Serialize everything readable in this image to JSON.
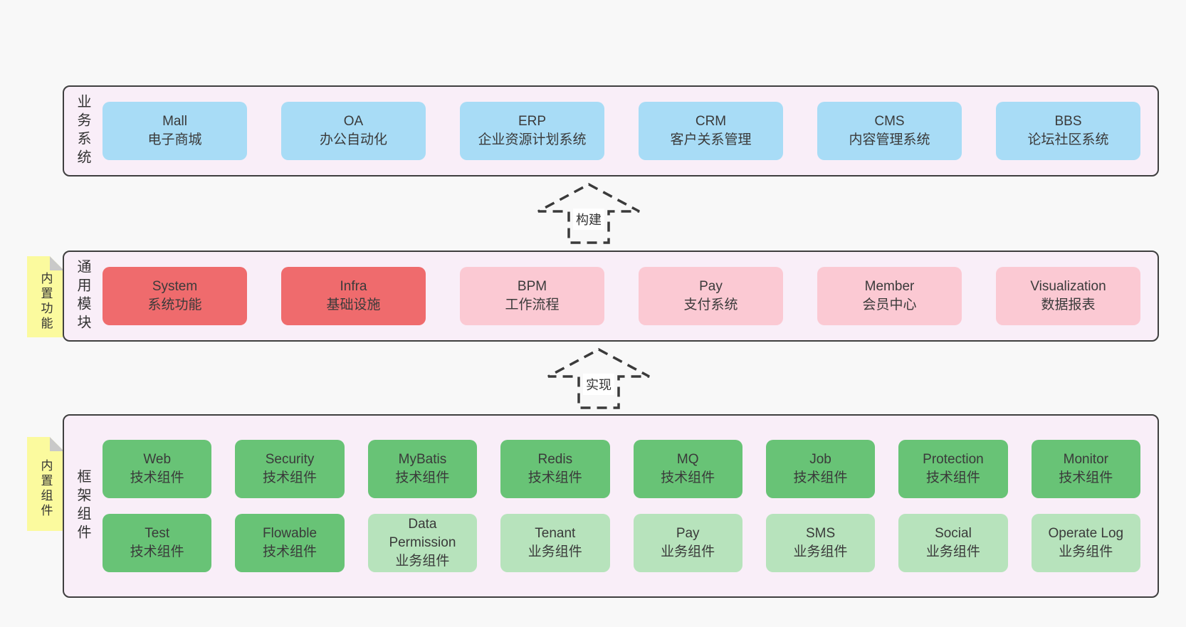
{
  "arrows": {
    "build": "构建",
    "implement": "实现"
  },
  "colors": {
    "page_bg": "#f8f8f8",
    "panel_bg": "#f9eef8",
    "panel_border": "#3f3f3f",
    "blue_card": "#a8dcf6",
    "red_card": "#ef6b6d",
    "pink_card": "#fbc9d3",
    "green_card": "#68c376",
    "light_green_card": "#b7e3bc",
    "note_yellow": "#fbfa9e",
    "note_fold": "#c9c9c9"
  },
  "sections": {
    "business": {
      "label": "业务系统",
      "items": [
        {
          "name": "Mall",
          "desc": "电子商城"
        },
        {
          "name": "OA",
          "desc": "办公自动化"
        },
        {
          "name": "ERP",
          "desc": "企业资源计划系统"
        },
        {
          "name": "CRM",
          "desc": "客户关系管理"
        },
        {
          "name": "CMS",
          "desc": "内容管理系统"
        },
        {
          "name": "BBS",
          "desc": "论坛社区系统"
        }
      ]
    },
    "modules": {
      "label": "通用模块",
      "note": "内置功能",
      "items": [
        {
          "name": "System",
          "desc": "系统功能"
        },
        {
          "name": "Infra",
          "desc": "基础设施"
        },
        {
          "name": "BPM",
          "desc": "工作流程"
        },
        {
          "name": "Pay",
          "desc": "支付系统"
        },
        {
          "name": "Member",
          "desc": "会员中心"
        },
        {
          "name": "Visualization",
          "desc": "数据报表"
        }
      ]
    },
    "components": {
      "label": "框架组件",
      "note": "内置组件",
      "row1": [
        {
          "name": "Web",
          "desc": "技术组件"
        },
        {
          "name": "Security",
          "desc": "技术组件"
        },
        {
          "name": "MyBatis",
          "desc": "技术组件"
        },
        {
          "name": "Redis",
          "desc": "技术组件"
        },
        {
          "name": "MQ",
          "desc": "技术组件"
        },
        {
          "name": "Job",
          "desc": "技术组件"
        },
        {
          "name": "Protection",
          "desc": "技术组件"
        },
        {
          "name": "Monitor",
          "desc": "技术组件"
        }
      ],
      "row2": [
        {
          "name": "Test",
          "desc": "技术组件"
        },
        {
          "name": "Flowable",
          "desc": "技术组件"
        },
        {
          "name": "Data Permission",
          "desc": "业务组件"
        },
        {
          "name": "Tenant",
          "desc": "业务组件"
        },
        {
          "name": "Pay",
          "desc": "业务组件"
        },
        {
          "name": "SMS",
          "desc": "业务组件"
        },
        {
          "name": "Social",
          "desc": "业务组件"
        },
        {
          "name": "Operate Log",
          "desc": "业务组件"
        }
      ]
    }
  }
}
